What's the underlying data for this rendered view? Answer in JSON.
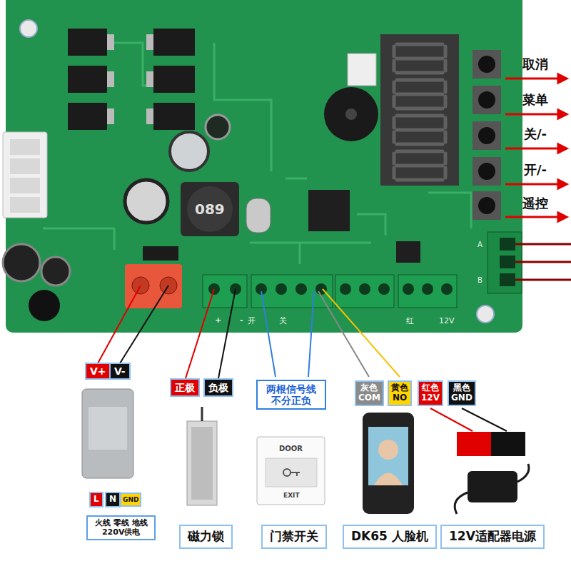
{
  "diagram": {
    "nodes": [
      {
        "text": [
          "V+"
        ]
      },
      {
        "text": [
          "V-"
        ]
      },
      {
        "text": [
          "正极"
        ]
      },
      {
        "text": [
          "负极"
        ]
      },
      {
        "text": [
          "两根信号线 不分正负"
        ]
      },
      {
        "text": [
          "灰色",
          "COM"
        ]
      },
      {
        "text": [
          "黄色",
          "NO"
        ]
      },
      {
        "text": [
          "红色",
          "12V"
        ]
      },
      {
        "text": [
          "黑色",
          "GND"
        ]
      },
      {
        "text": [
          "L"
        ]
      },
      {
        "text": [
          "N"
        ]
      },
      {
        "text": [
          "GND"
        ]
      },
      {
        "text": [
          "火线 零线 地线 220V供电"
        ]
      },
      {
        "text": [
          "磁力锁"
        ]
      },
      {
        "text": [
          "门禁开关"
        ]
      },
      {
        "text": [
          "DK65 人脸机"
        ]
      },
      {
        "text": [
          "12V适配器电源"
        ]
      }
    ],
    "labels": [
      "取消",
      "菜单",
      "关/-",
      "开/-",
      "遥控",
      "089",
      "+",
      "-",
      "开",
      "关",
      "红",
      "12V",
      "A",
      "B",
      "DOOR",
      "EXIT"
    ]
  }
}
